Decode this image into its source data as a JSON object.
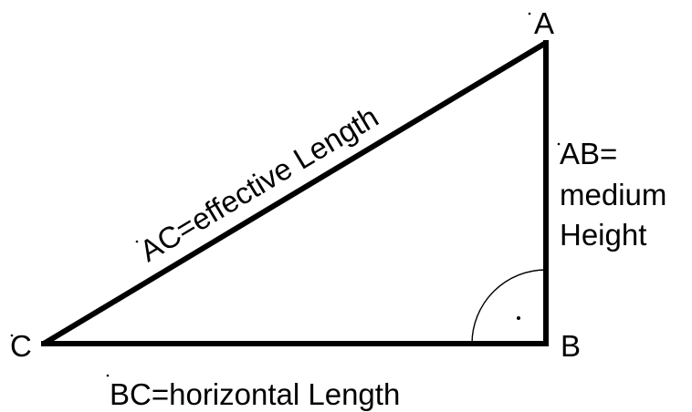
{
  "diagram": {
    "vertices": {
      "a": "A",
      "b": "B",
      "c": "C"
    },
    "sides": {
      "ac": "AC=effective Length",
      "ab_line1": "AB=",
      "ab_line2": "medium",
      "ab_line3": "Height",
      "bc": "BC=horizontal Length"
    },
    "right_angle_at": "B",
    "colors": {
      "stroke": "#000000",
      "background": "#ffffff"
    }
  }
}
